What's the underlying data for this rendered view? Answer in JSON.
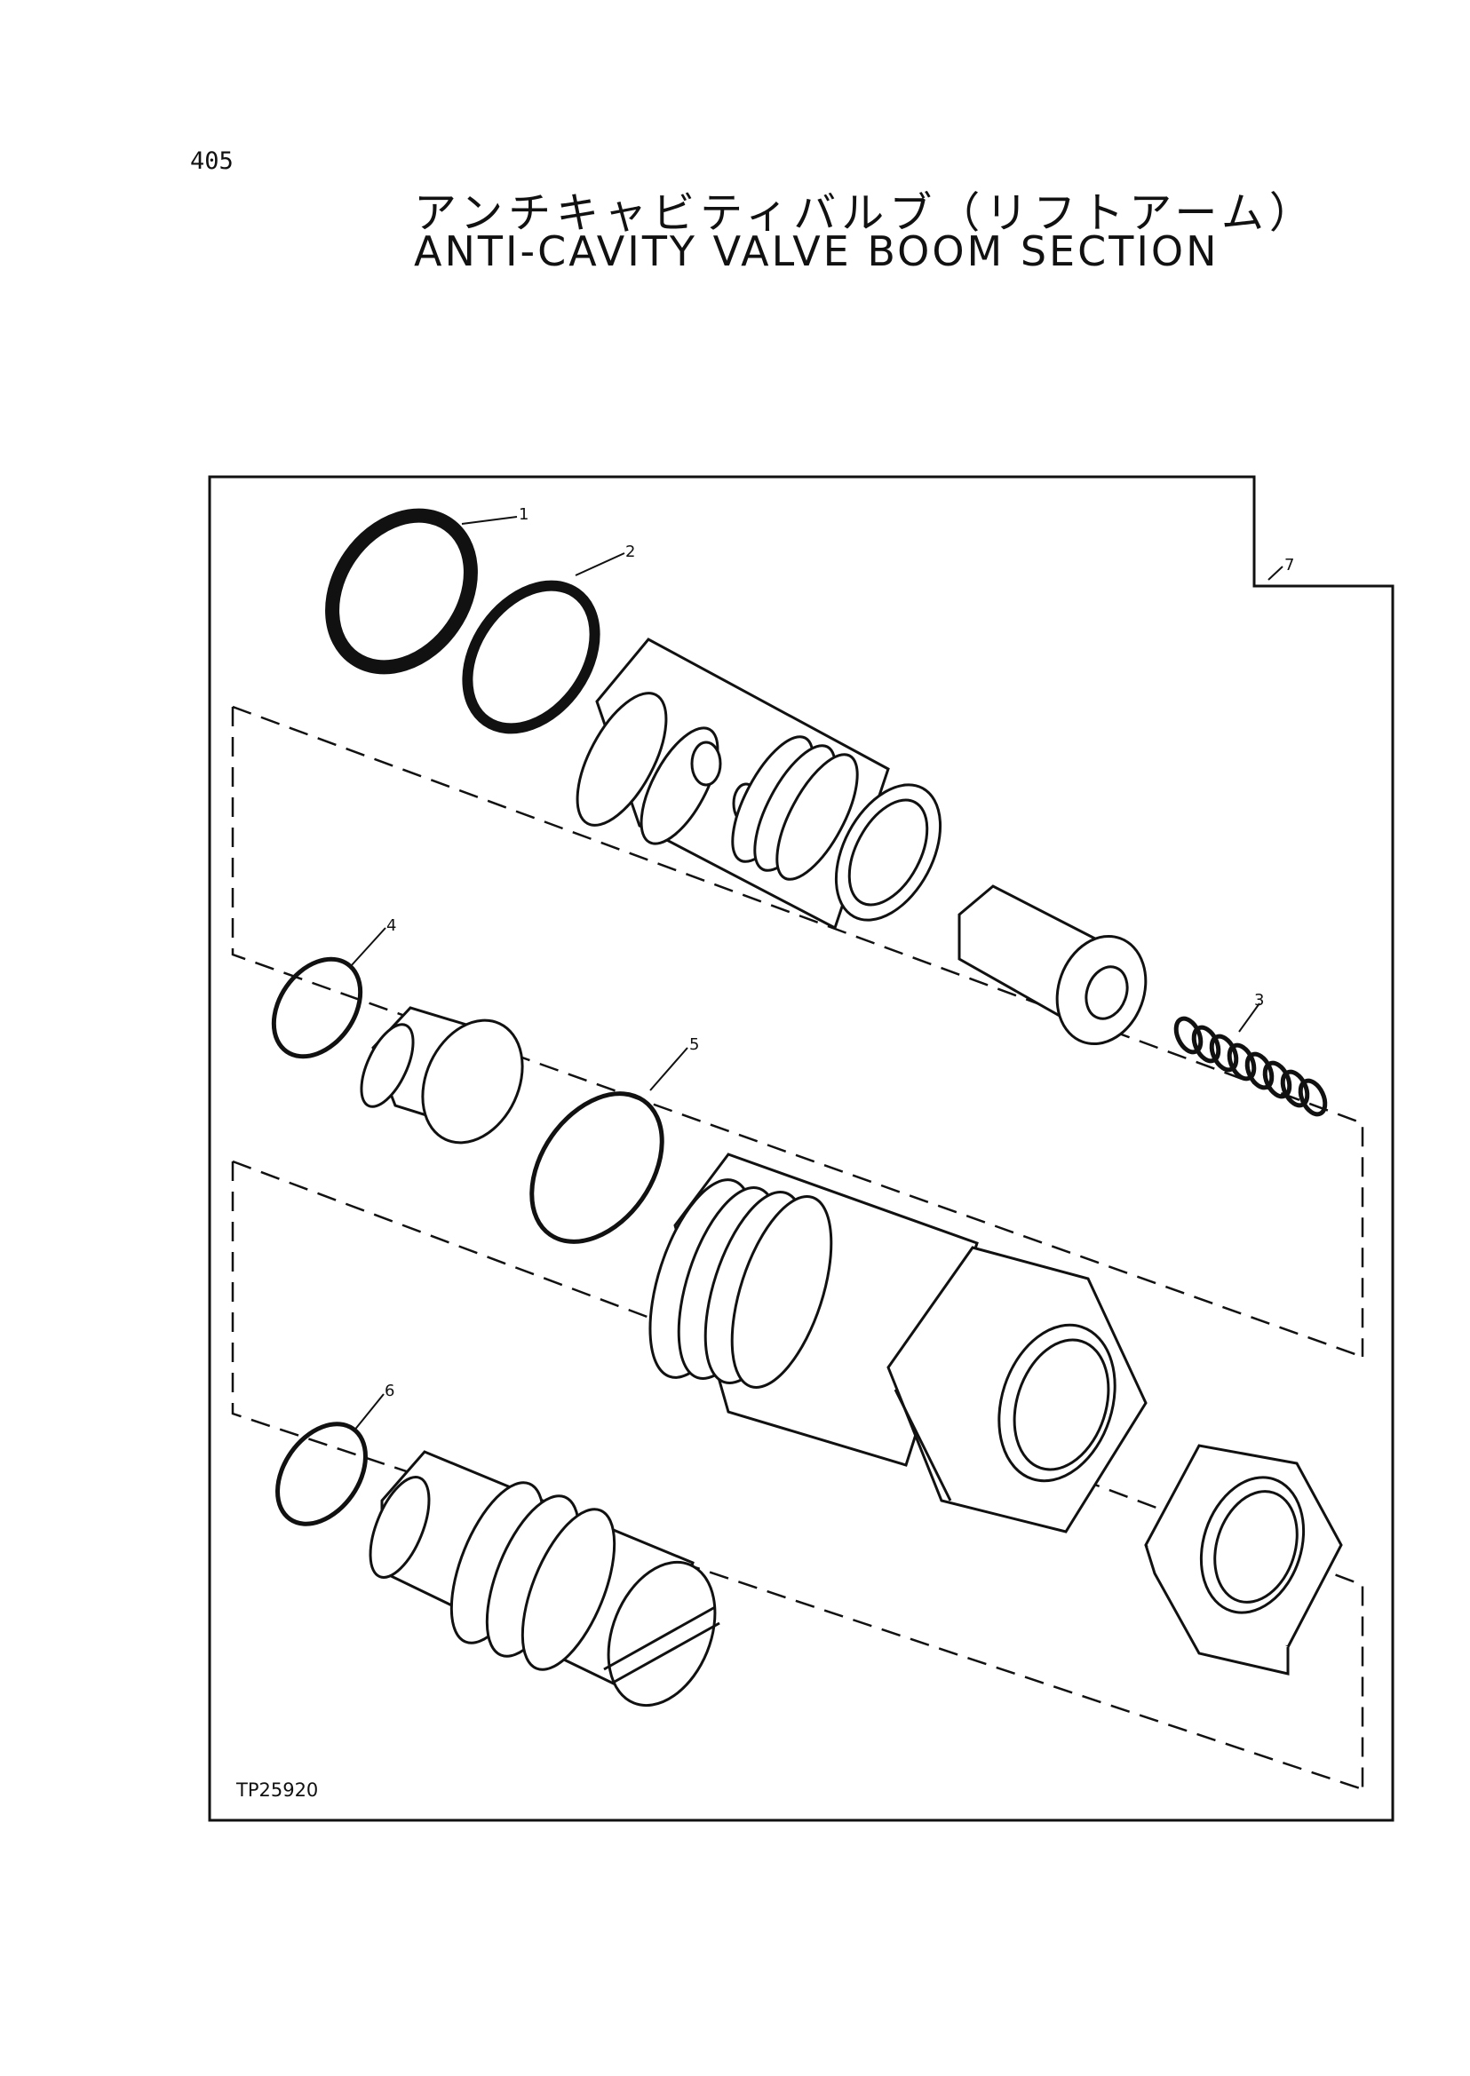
{
  "page": {
    "number": "405",
    "title_ja": "アンチキャビティバルブ（リフトアーム）",
    "title_en": "ANTI-CAVITY VALVE BOOM SECTION"
  },
  "diagram": {
    "figure_code": "TP25920",
    "callouts": {
      "c1": "1",
      "c2": "2",
      "c3": "3",
      "c4": "4",
      "c5": "5",
      "c6": "6",
      "c7": "7"
    }
  }
}
